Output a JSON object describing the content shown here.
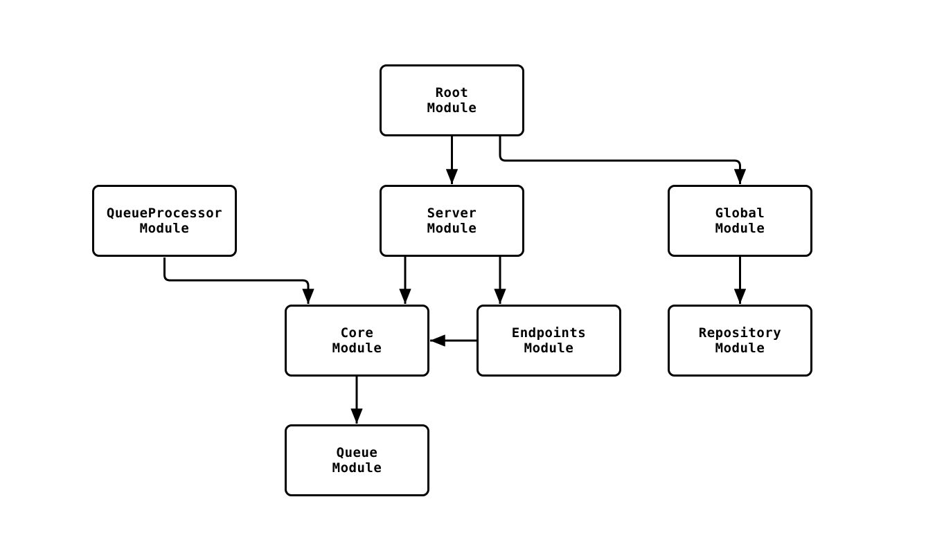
{
  "diagram": {
    "type": "module-dependency-flowchart",
    "background_color": "#ffffff",
    "node_fill": "#ffffff",
    "node_border_color": "#000000",
    "edge_color": "#000000",
    "text_color": "#000000",
    "nodes": {
      "root": {
        "label": "Root\nModule"
      },
      "queueprocessor": {
        "label": "QueueProcessor\nModule"
      },
      "server": {
        "label": "Server\nModule"
      },
      "global": {
        "label": "Global\nModule"
      },
      "core": {
        "label": "Core\nModule"
      },
      "endpoints": {
        "label": "Endpoints\nModule"
      },
      "repository": {
        "label": "Repository\nModule"
      },
      "queue": {
        "label": "Queue\nModule"
      }
    },
    "edges": [
      {
        "from": "Root Module",
        "to": "Server Module"
      },
      {
        "from": "Root Module",
        "to": "Global Module"
      },
      {
        "from": "QueueProcessor Module",
        "to": "Core Module"
      },
      {
        "from": "Server Module",
        "to": "Core Module"
      },
      {
        "from": "Server Module",
        "to": "Endpoints Module"
      },
      {
        "from": "Endpoints Module",
        "to": "Core Module"
      },
      {
        "from": "Global Module",
        "to": "Repository Module"
      },
      {
        "from": "Core Module",
        "to": "Queue Module"
      }
    ]
  }
}
